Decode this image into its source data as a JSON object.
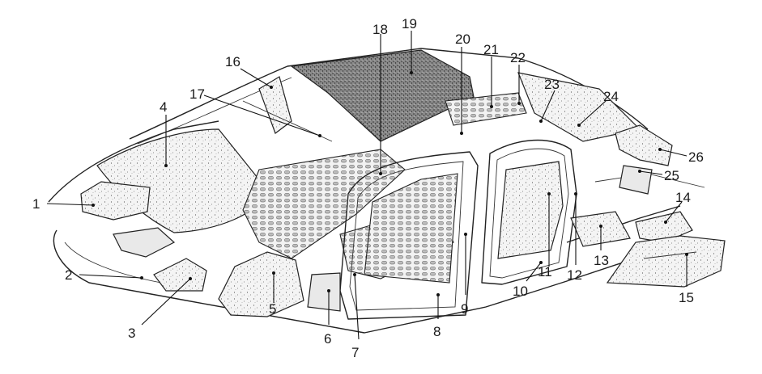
{
  "callouts": [
    {
      "n": "1"
    },
    {
      "n": "2"
    },
    {
      "n": "3"
    },
    {
      "n": "4"
    },
    {
      "n": "5"
    },
    {
      "n": "6"
    },
    {
      "n": "7"
    },
    {
      "n": "8"
    },
    {
      "n": "9"
    },
    {
      "n": "10"
    },
    {
      "n": "11"
    },
    {
      "n": "12"
    },
    {
      "n": "13"
    },
    {
      "n": "14"
    },
    {
      "n": "15"
    },
    {
      "n": "16"
    },
    {
      "n": "17"
    },
    {
      "n": "18"
    },
    {
      "n": "19"
    },
    {
      "n": "20"
    },
    {
      "n": "21"
    },
    {
      "n": "22"
    },
    {
      "n": "23"
    },
    {
      "n": "24"
    },
    {
      "n": "25"
    },
    {
      "n": "26"
    }
  ]
}
